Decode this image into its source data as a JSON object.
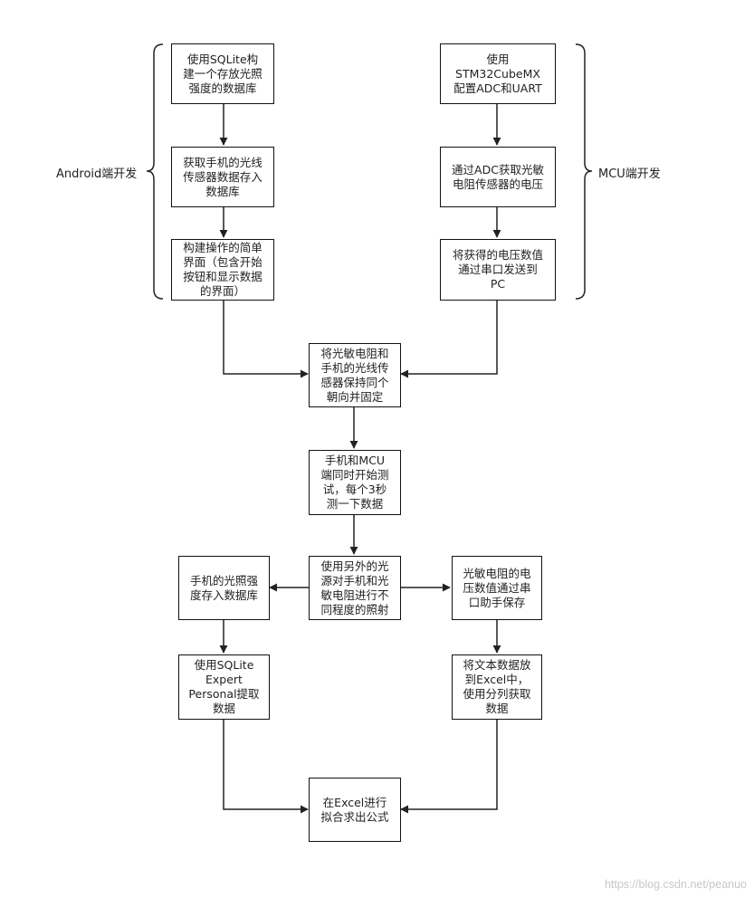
{
  "labels": {
    "android": "Android端开发",
    "mcu": "MCU端开发"
  },
  "nodes": {
    "sqlite_build": "使用SQLite构\n建一个存放光照\n强度的数据库",
    "get_sensor": "获取手机的光线\n传感器数据存入\n数据库",
    "build_ui": "构建操作的简单\n界面（包含开始\n按钮和显示数据\n的界面）",
    "stm32": "使用\nSTM32CubeMX\n配置ADC和UART",
    "adc_read": "通过ADC获取光敏\n电阻传感器的电压",
    "send_pc": "将获得的电压数值\n通过串口发送到\nPC",
    "align": "将光敏电阻和\n手机的光线传\n感器保持同个\n朝向并固定",
    "test": "手机和MCU\n端同时开始测\n试，每个3秒\n测一下数据",
    "illuminate": "使用另外的光\n源对手机和光\n敏电阻进行不\n同程度的照射",
    "phone_store": "手机的光照强\n度存入数据库",
    "resistor_save": "光敏电阻的电\n压数值通过串\n口助手保存",
    "sqlite_extract": "使用SQLite\nExpert\nPersonal提取\n数据",
    "excel_put": "将文本数据放\n到Excel中，\n使用分列获取\n数据",
    "fit": "在Excel进行\n拟合求出公式"
  },
  "watermark": "https://blog.csdn.net/peanuo"
}
